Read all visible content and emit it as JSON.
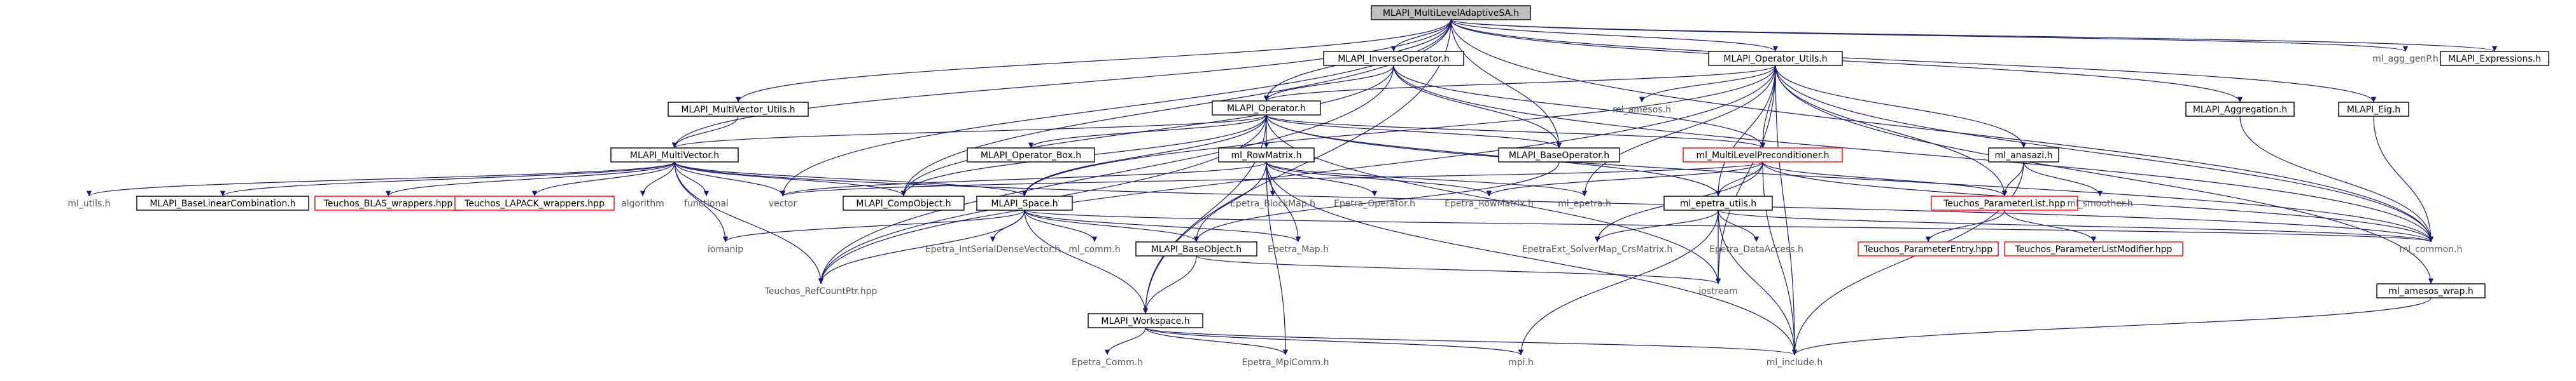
{
  "colors": {
    "background": "#ffffff",
    "edge": "#191970",
    "box_border_normal": "#000000",
    "box_border_undocumented": "#ff0000",
    "box_fill_root": "#bfbfbf",
    "box_fill": "#ffffff",
    "text": "#000000",
    "text_external": "#555555"
  },
  "graph": {
    "root": "MLAPI_MultiLevelAdaptiveSA.h",
    "nodes": [
      {
        "id": "root",
        "label": "MLAPI_MultiLevelAdaptiveSA.h",
        "style": "root"
      },
      {
        "id": "inverse",
        "label": "MLAPI_InverseOperator.h",
        "style": "box"
      },
      {
        "id": "oputils",
        "label": "MLAPI_Operator_Utils.h",
        "style": "box"
      },
      {
        "id": "aggpeh",
        "label": "ml_agg_genP.h",
        "style": "plain"
      },
      {
        "id": "expr",
        "label": "MLAPI_Expressions.h",
        "style": "box"
      },
      {
        "id": "mvutils",
        "label": "MLAPI_MultiVector_Utils.h",
        "style": "box"
      },
      {
        "id": "operator",
        "label": "MLAPI_Operator.h",
        "style": "box"
      },
      {
        "id": "amesos",
        "label": "ml_amesos.h",
        "style": "plain"
      },
      {
        "id": "aggregation",
        "label": "MLAPI_Aggregation.h",
        "style": "box"
      },
      {
        "id": "eig",
        "label": "MLAPI_Eig.h",
        "style": "box"
      },
      {
        "id": "multivector",
        "label": "MLAPI_MultiVector.h",
        "style": "box"
      },
      {
        "id": "opbox",
        "label": "MLAPI_Operator_Box.h",
        "style": "box"
      },
      {
        "id": "rowmatrix",
        "label": "ml_RowMatrix.h",
        "style": "box"
      },
      {
        "id": "baseoperator",
        "label": "MLAPI_BaseOperator.h",
        "style": "box"
      },
      {
        "id": "mlprec",
        "label": "ml_MultiLevelPreconditioner.h",
        "style": "red"
      },
      {
        "id": "anasazi",
        "label": "ml_anasazi.h",
        "style": "box"
      },
      {
        "id": "mlutils",
        "label": "ml_utils.h",
        "style": "plain"
      },
      {
        "id": "baselin",
        "label": "MLAPI_BaseLinearCombination.h",
        "style": "box"
      },
      {
        "id": "blas",
        "label": "Teuchos_BLAS_wrappers.hpp",
        "style": "red"
      },
      {
        "id": "lapack",
        "label": "Teuchos_LAPACK_wrappers.hpp",
        "style": "red"
      },
      {
        "id": "algorithm",
        "label": "algorithm",
        "style": "plain"
      },
      {
        "id": "functional",
        "label": "functional",
        "style": "plain"
      },
      {
        "id": "vector",
        "label": "vector",
        "style": "plain"
      },
      {
        "id": "compobject",
        "label": "MLAPI_CompObject.h",
        "style": "box"
      },
      {
        "id": "space",
        "label": "MLAPI_Space.h",
        "style": "box"
      },
      {
        "id": "blockmap",
        "label": "Epetra_BlockMap.h",
        "style": "plain"
      },
      {
        "id": "epoperator",
        "label": "Epetra_Operator.h",
        "style": "plain"
      },
      {
        "id": "eprowmatrix",
        "label": "Epetra_RowMatrix.h",
        "style": "plain"
      },
      {
        "id": "mlepetra",
        "label": "ml_epetra.h",
        "style": "plain"
      },
      {
        "id": "epetrautils",
        "label": "ml_epetra_utils.h",
        "style": "box"
      },
      {
        "id": "paramlist",
        "label": "Teuchos_ParameterList.hpp",
        "style": "red"
      },
      {
        "id": "smoother",
        "label": "ml_smoother.h",
        "style": "plain"
      },
      {
        "id": "iomanip",
        "label": "iomanip",
        "style": "plain"
      },
      {
        "id": "rcp",
        "label": "Teuchos_RefCountPtr.hpp",
        "style": "plain"
      },
      {
        "id": "intserial",
        "label": "Epetra_IntSerialDenseVector.h",
        "style": "plain"
      },
      {
        "id": "mlcomm",
        "label": "ml_comm.h",
        "style": "plain"
      },
      {
        "id": "baseobject",
        "label": "MLAPI_BaseObject.h",
        "style": "box"
      },
      {
        "id": "epmap",
        "label": "Epetra_Map.h",
        "style": "plain"
      },
      {
        "id": "solvermap",
        "label": "EpetraExt_SolverMap_CrsMatrix.h",
        "style": "plain"
      },
      {
        "id": "dataaccess",
        "label": "Epetra_DataAccess.h",
        "style": "plain"
      },
      {
        "id": "paramentry",
        "label": "Teuchos_ParameterEntry.hpp",
        "style": "red"
      },
      {
        "id": "paramlistmod",
        "label": "Teuchos_ParameterListModifier.hpp",
        "style": "red"
      },
      {
        "id": "mlcommon",
        "label": "ml_common.h",
        "style": "plain"
      },
      {
        "id": "iostream",
        "label": "iostream",
        "style": "plain"
      },
      {
        "id": "ameswrap",
        "label": "ml_amesos_wrap.h",
        "style": "box"
      },
      {
        "id": "workspace",
        "label": "MLAPI_Workspace.h",
        "style": "box"
      },
      {
        "id": "epcomm",
        "label": "Epetra_Comm.h",
        "style": "plain"
      },
      {
        "id": "mpicomm",
        "label": "Epetra_MpiComm.h",
        "style": "plain"
      },
      {
        "id": "mpi",
        "label": "mpi.h",
        "style": "plain"
      },
      {
        "id": "mlinclude",
        "label": "ml_include.h",
        "style": "plain"
      }
    ],
    "edges": [
      [
        "root",
        "inverse"
      ],
      [
        "root",
        "oputils"
      ],
      [
        "root",
        "aggpeh"
      ],
      [
        "root",
        "expr"
      ],
      [
        "root",
        "mvutils"
      ],
      [
        "root",
        "operator"
      ],
      [
        "root",
        "aggregation"
      ],
      [
        "root",
        "eig"
      ],
      [
        "root",
        "multivector"
      ],
      [
        "root",
        "baseoperator"
      ],
      [
        "root",
        "compobject"
      ],
      [
        "root",
        "vector"
      ],
      [
        "root",
        "workspace"
      ],
      [
        "root",
        "mlcommon"
      ],
      [
        "inverse",
        "operator"
      ],
      [
        "inverse",
        "baseoperator"
      ],
      [
        "inverse",
        "compobject"
      ],
      [
        "inverse",
        "rcp"
      ],
      [
        "inverse",
        "mlprec"
      ],
      [
        "inverse",
        "mlcommon"
      ],
      [
        "oputils",
        "operator"
      ],
      [
        "oputils",
        "amesos"
      ],
      [
        "oputils",
        "anasazi"
      ],
      [
        "oputils",
        "paramlist"
      ],
      [
        "oputils",
        "mlepetra"
      ],
      [
        "oputils",
        "epetrautils"
      ],
      [
        "oputils",
        "mlprec"
      ],
      [
        "oputils",
        "mlinclude"
      ],
      [
        "oputils",
        "mlcommon"
      ],
      [
        "oputils",
        "iostream"
      ],
      [
        "oputils",
        "ameswrap"
      ],
      [
        "oputils",
        "rcp"
      ],
      [
        "oputils",
        "space"
      ],
      [
        "mvutils",
        "multivector"
      ],
      [
        "operator",
        "multivector"
      ],
      [
        "operator",
        "opbox"
      ],
      [
        "operator",
        "rowmatrix"
      ],
      [
        "operator",
        "baseoperator"
      ],
      [
        "operator",
        "compobject"
      ],
      [
        "operator",
        "space"
      ],
      [
        "operator",
        "rcp"
      ],
      [
        "operator",
        "epetrautils"
      ],
      [
        "operator",
        "workspace"
      ],
      [
        "operator",
        "mlprec"
      ],
      [
        "operator",
        "mlcommon"
      ],
      [
        "operator",
        "iostream"
      ],
      [
        "aggregation",
        "mlcommon"
      ],
      [
        "eig",
        "mlcommon"
      ],
      [
        "multivector",
        "mlutils"
      ],
      [
        "multivector",
        "baselin"
      ],
      [
        "multivector",
        "blas"
      ],
      [
        "multivector",
        "lapack"
      ],
      [
        "multivector",
        "algorithm"
      ],
      [
        "multivector",
        "functional"
      ],
      [
        "multivector",
        "vector"
      ],
      [
        "multivector",
        "compobject"
      ],
      [
        "multivector",
        "space"
      ],
      [
        "multivector",
        "iomanip"
      ],
      [
        "multivector",
        "rcp"
      ],
      [
        "multivector",
        "mlcommon"
      ],
      [
        "rowmatrix",
        "blockmap"
      ],
      [
        "rowmatrix",
        "epoperator"
      ],
      [
        "rowmatrix",
        "eprowmatrix"
      ],
      [
        "rowmatrix",
        "mlepetra"
      ],
      [
        "rowmatrix",
        "epmap"
      ],
      [
        "rowmatrix",
        "mpicomm"
      ],
      [
        "rowmatrix",
        "mlinclude"
      ],
      [
        "rowmatrix",
        "vector"
      ],
      [
        "rowmatrix",
        "baseobject"
      ],
      [
        "baseoperator",
        "baseobject"
      ],
      [
        "mlprec",
        "mlinclude"
      ],
      [
        "mlprec",
        "paramlist"
      ],
      [
        "mlprec",
        "epetrautils"
      ],
      [
        "mlprec",
        "eprowmatrix"
      ],
      [
        "mlprec",
        "vector"
      ],
      [
        "mlprec",
        "solvermap"
      ],
      [
        "mlprec",
        "mlcommon"
      ],
      [
        "anasazi",
        "paramlist"
      ],
      [
        "anasazi",
        "smoother"
      ],
      [
        "anasazi",
        "mlinclude"
      ],
      [
        "space",
        "iomanip"
      ],
      [
        "space",
        "rcp"
      ],
      [
        "space",
        "intserial"
      ],
      [
        "space",
        "mlcomm"
      ],
      [
        "space",
        "baseobject"
      ],
      [
        "space",
        "epmap"
      ],
      [
        "space",
        "mlcommon"
      ],
      [
        "space",
        "workspace"
      ],
      [
        "baseobject",
        "workspace"
      ],
      [
        "baseobject",
        "iostream"
      ],
      [
        "epetrautils",
        "mlcommon"
      ],
      [
        "epetrautils",
        "dataaccess"
      ],
      [
        "epetrautils",
        "solvermap"
      ],
      [
        "epetrautils",
        "iostream"
      ],
      [
        "epetrautils",
        "mpi"
      ],
      [
        "epetrautils",
        "mlinclude"
      ],
      [
        "paramlist",
        "paramentry"
      ],
      [
        "paramlist",
        "paramlistmod"
      ],
      [
        "ameswrap",
        "mlinclude"
      ],
      [
        "workspace",
        "epcomm"
      ],
      [
        "workspace",
        "mpicomm"
      ],
      [
        "workspace",
        "mpi"
      ],
      [
        "workspace",
        "mlinclude"
      ]
    ]
  }
}
